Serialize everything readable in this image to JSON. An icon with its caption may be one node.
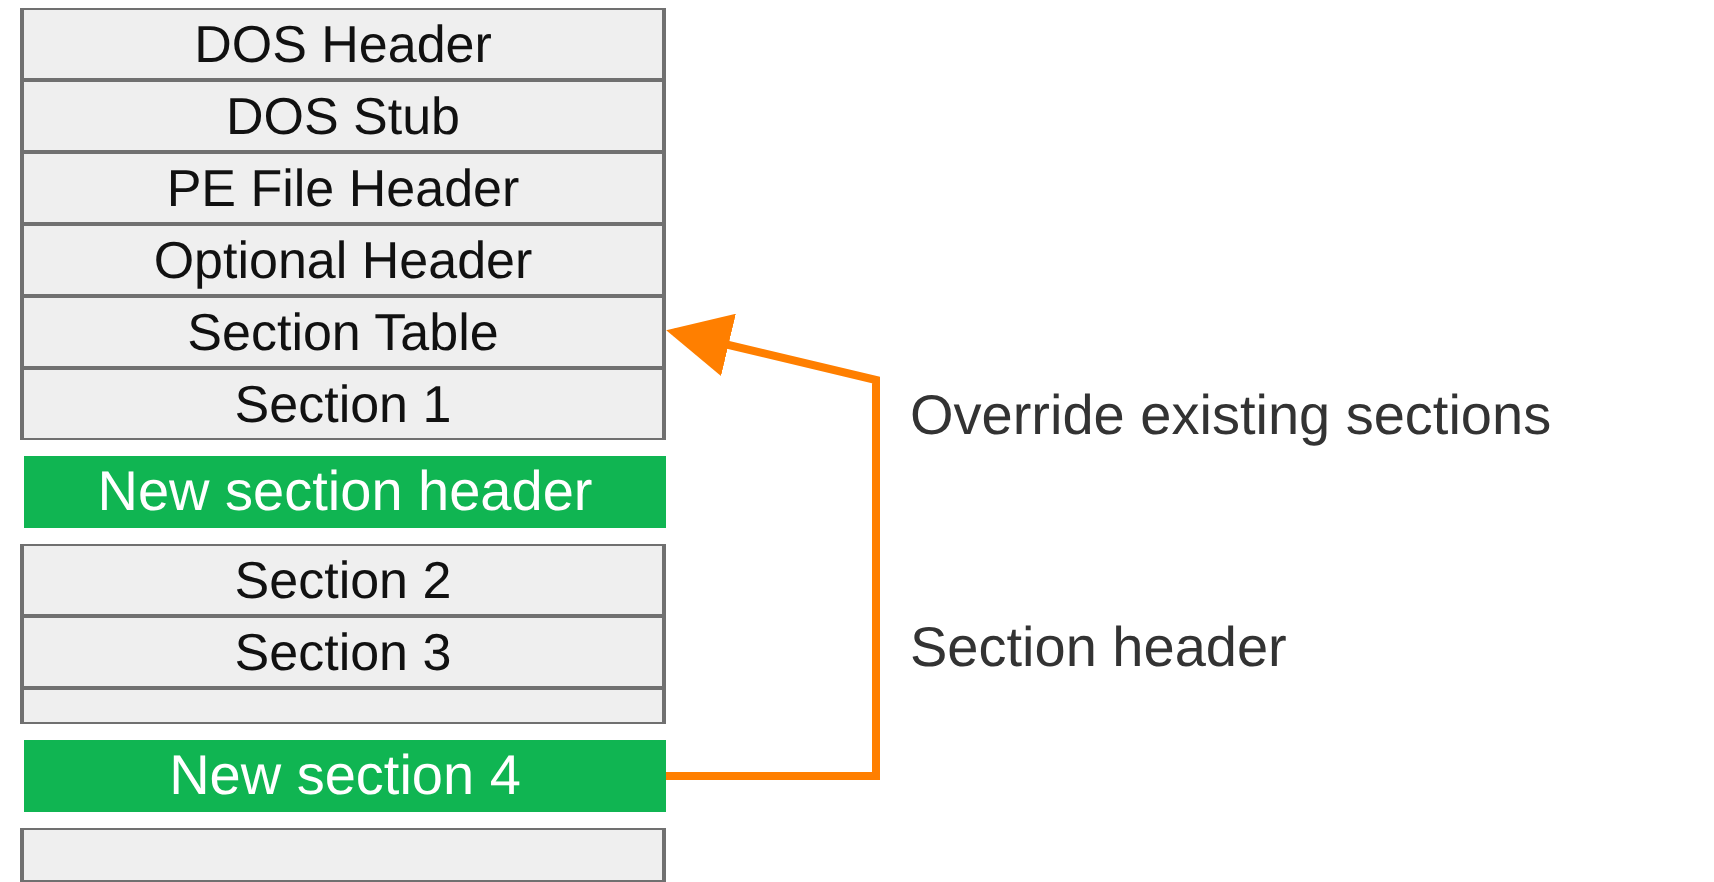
{
  "diagram": {
    "nodes": [
      {
        "text": [
          "DOS Header"
        ]
      },
      {
        "text": [
          "DOS Stub"
        ]
      },
      {
        "text": [
          "PE File Header"
        ]
      },
      {
        "text": [
          "Optional Header"
        ]
      },
      {
        "text": [
          "Section Table"
        ]
      },
      {
        "text": [
          "Section 1"
        ]
      },
      {
        "text": [
          "New section header"
        ]
      },
      {
        "text": [
          "Section 2"
        ]
      },
      {
        "text": [
          "Section 3"
        ]
      },
      {
        "text": [],
        "shape": "box"
      },
      {
        "text": [
          "New section 4"
        ]
      },
      {
        "text": [],
        "shape": "box"
      }
    ],
    "edges": [
      {
        "from": 10,
        "to": 4,
        "arrow": "to",
        "color": "#ff7f00"
      }
    ],
    "labels": [
      "Override existing sections",
      "Section header"
    ]
  }
}
